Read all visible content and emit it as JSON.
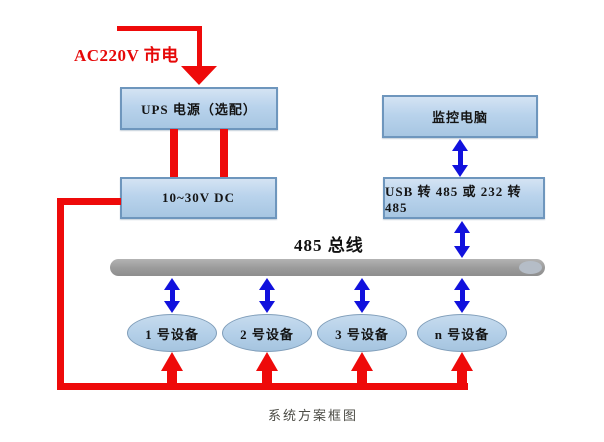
{
  "diagram": {
    "caption": "系统方案框图",
    "power_label": "AC220V 市电",
    "bus_label": "485 总线",
    "boxes": {
      "ups": "UPS 电源（选配）",
      "dc": "10~30V DC",
      "monitor": "监控电脑",
      "converter": "USB 转 485 或 232 转 485"
    },
    "devices": [
      "1 号设备",
      "2 号设备",
      "3 号设备",
      "n 号设备"
    ],
    "colors": {
      "power_line_red": "#ee0a0a",
      "data_arrow_blue": "#1111dd",
      "box_fill": "#b9d3ec",
      "box_border": "#6e96bd",
      "bus_gray": "#9c9c9c",
      "bus_cap_gray": "#b5bdc7"
    }
  }
}
